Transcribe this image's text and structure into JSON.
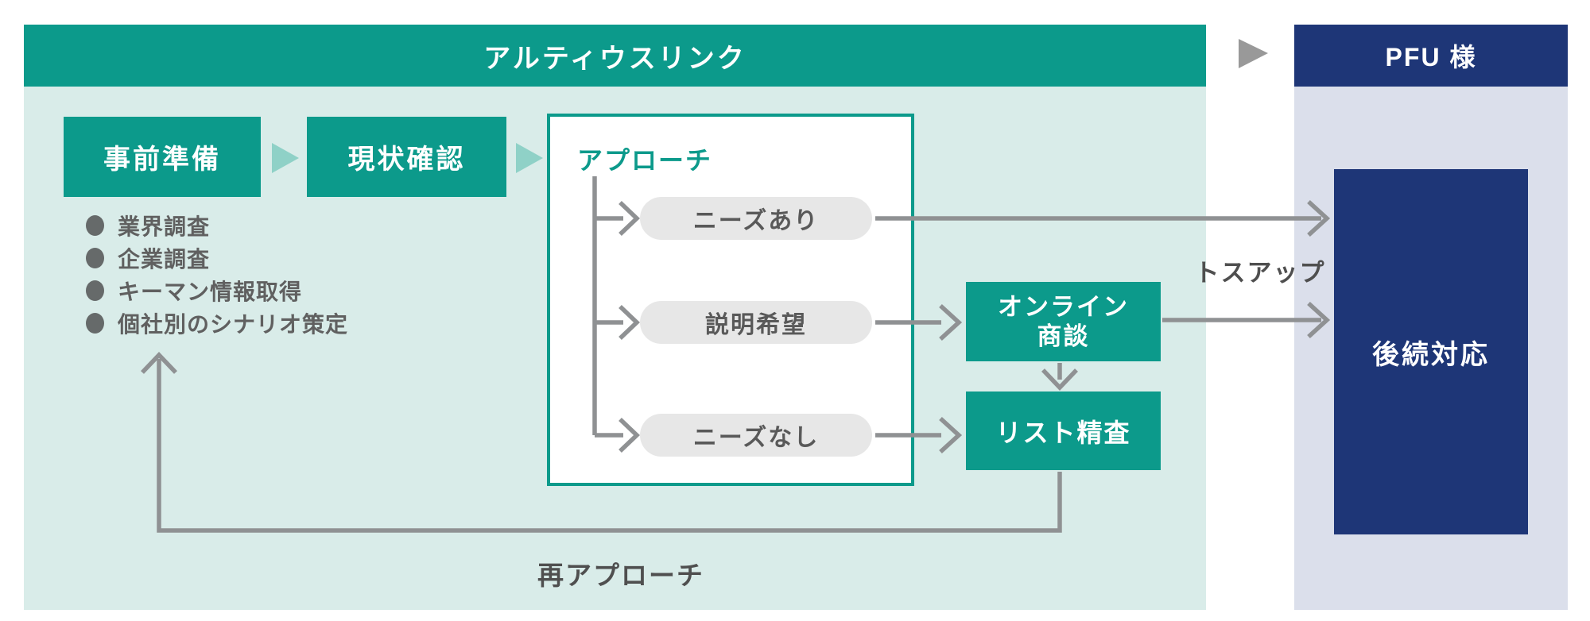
{
  "colors": {
    "teal": "#0c9a8b",
    "teal_triangle": "#8fd1c7",
    "teal_panel_bg": "#d9ece9",
    "navy": "#1e3677",
    "navy_panel_bg": "#dbdfeb",
    "arrow_gray": "#8f9193",
    "pill_bg": "#e7e7e7",
    "text_gray": "#595959"
  },
  "left_panel": {
    "title": "アルティウスリンク",
    "steps": [
      "事前準備",
      "現状確認"
    ],
    "prep_list": [
      "業界調査",
      "企業調査",
      "キーマン情報取得",
      "個社別のシナリオ策定"
    ],
    "approach": {
      "title": "アプローチ",
      "outcomes": [
        "ニーズあり",
        "説明希望",
        "ニーズなし"
      ]
    },
    "online_meeting": {
      "line1": "オンライン",
      "line2": "商談"
    },
    "list_review": "リスト精査",
    "reapproach_label": "再アプローチ"
  },
  "handoff": {
    "tossup_label": "トスアップ"
  },
  "right_panel": {
    "title": "PFU 様",
    "followup_box": "後続対応"
  }
}
